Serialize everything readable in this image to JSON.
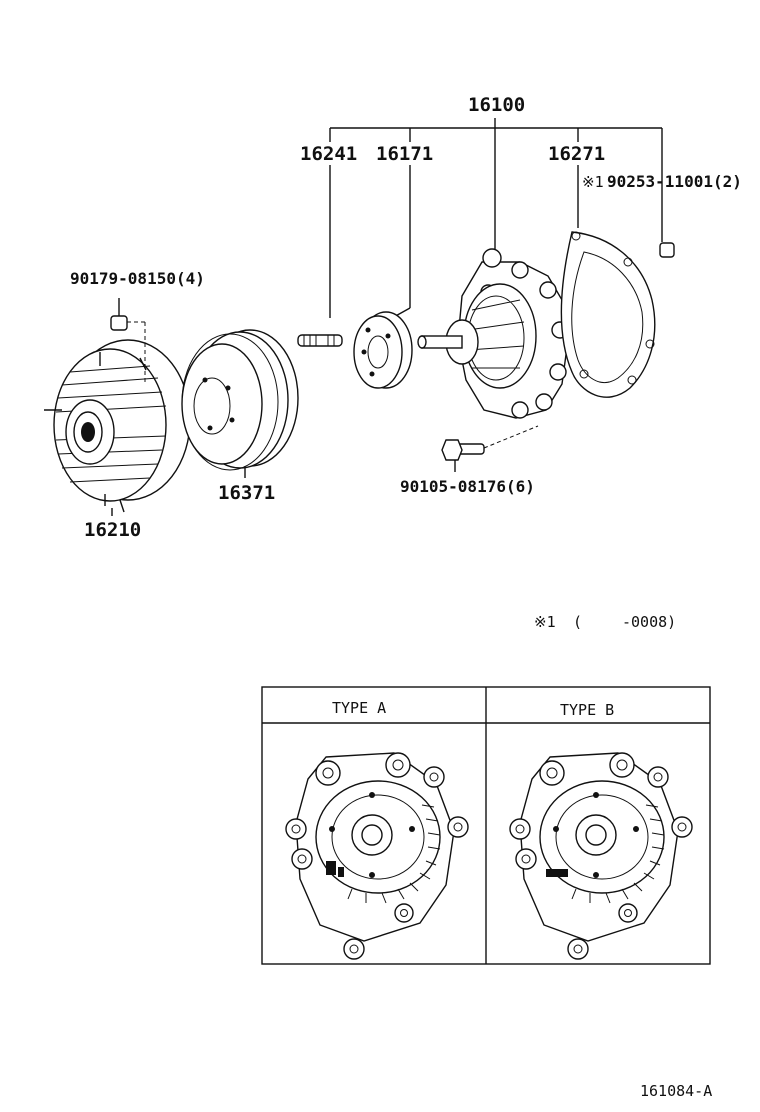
{
  "callouts": {
    "p16100": "16100",
    "p16241": "16241",
    "p16171": "16171",
    "p16271": "16271",
    "p90253": "90253-11001(2)",
    "p90253_mark": "※1",
    "p90179": "90179-08150(4)",
    "p16371": "16371",
    "p90105": "90105-08176(6)",
    "p16210": "16210"
  },
  "footnote": {
    "mark": "※1",
    "open_paren": "(",
    "range": "-0008)"
  },
  "types_table": {
    "type_a": "TYPE A",
    "type_b": "TYPE B"
  },
  "diagram_id": "161084-A"
}
